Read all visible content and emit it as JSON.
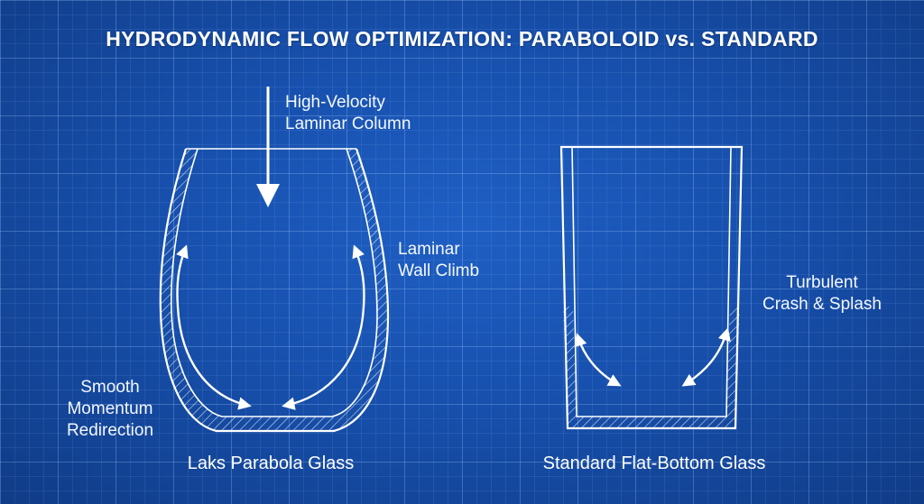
{
  "title": "HYDRODYNAMIC FLOW OPTIMIZATION: PARABOLOID vs. STANDARD",
  "left_glass": {
    "caption": "Laks Parabola Glass",
    "inflow_label": [
      "High-Velocity",
      "Laminar Column"
    ],
    "wall_label": [
      "Laminar",
      "Wall Climb"
    ],
    "bottom_label": [
      "Smooth",
      "Momentum",
      "Redirection"
    ]
  },
  "right_glass": {
    "caption": "Standard Flat-Bottom Glass",
    "flow_label": [
      "Turbulent",
      "Crash & Splash"
    ]
  },
  "colors": {
    "background": "#1750ad",
    "grid": "#a0c8ff",
    "line": "#ffffff"
  }
}
